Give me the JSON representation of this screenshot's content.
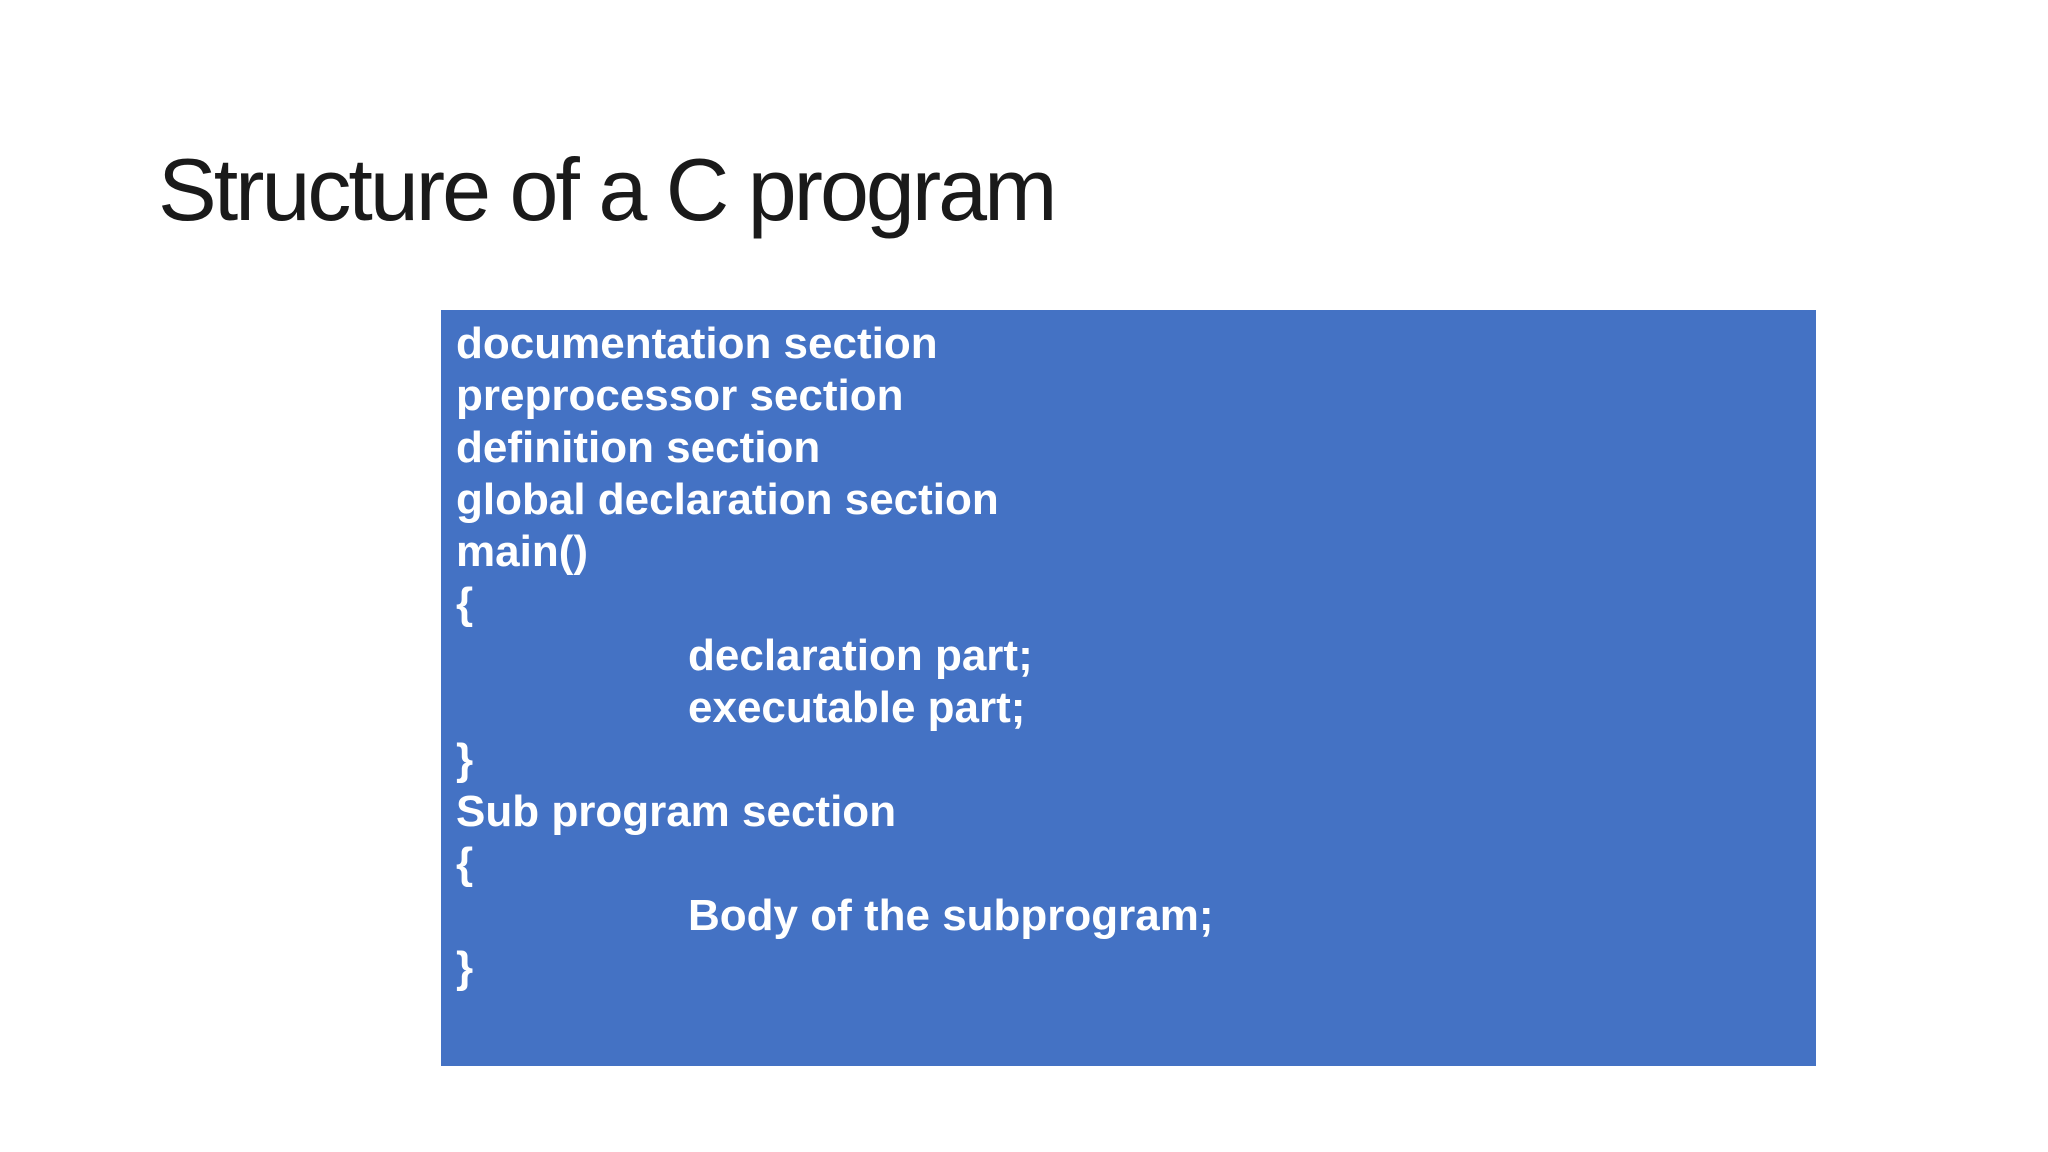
{
  "slide": {
    "title": "Structure of a C program"
  },
  "code_box": {
    "lines": [
      {
        "text": "documentation section",
        "indented": false
      },
      {
        "text": "preprocessor section",
        "indented": false
      },
      {
        "text": "definition section",
        "indented": false
      },
      {
        "text": "global declaration section",
        "indented": false
      },
      {
        "text": "main()",
        "indented": false
      },
      {
        "text": "{",
        "indented": false
      },
      {
        "text": "declaration part;",
        "indented": true
      },
      {
        "text": "executable part;",
        "indented": true
      },
      {
        "text": "}",
        "indented": false
      },
      {
        "text": "Sub program section",
        "indented": false
      },
      {
        "text": "{",
        "indented": false
      },
      {
        "text": "Body of the subprogram;",
        "indented": true
      },
      {
        "text": "}",
        "indented": false
      }
    ]
  },
  "colors": {
    "slide_background": "#FFFFFF",
    "box_background": "#4472C4",
    "box_text": "#FFFFFF",
    "title_text": "#1A1A1A"
  }
}
